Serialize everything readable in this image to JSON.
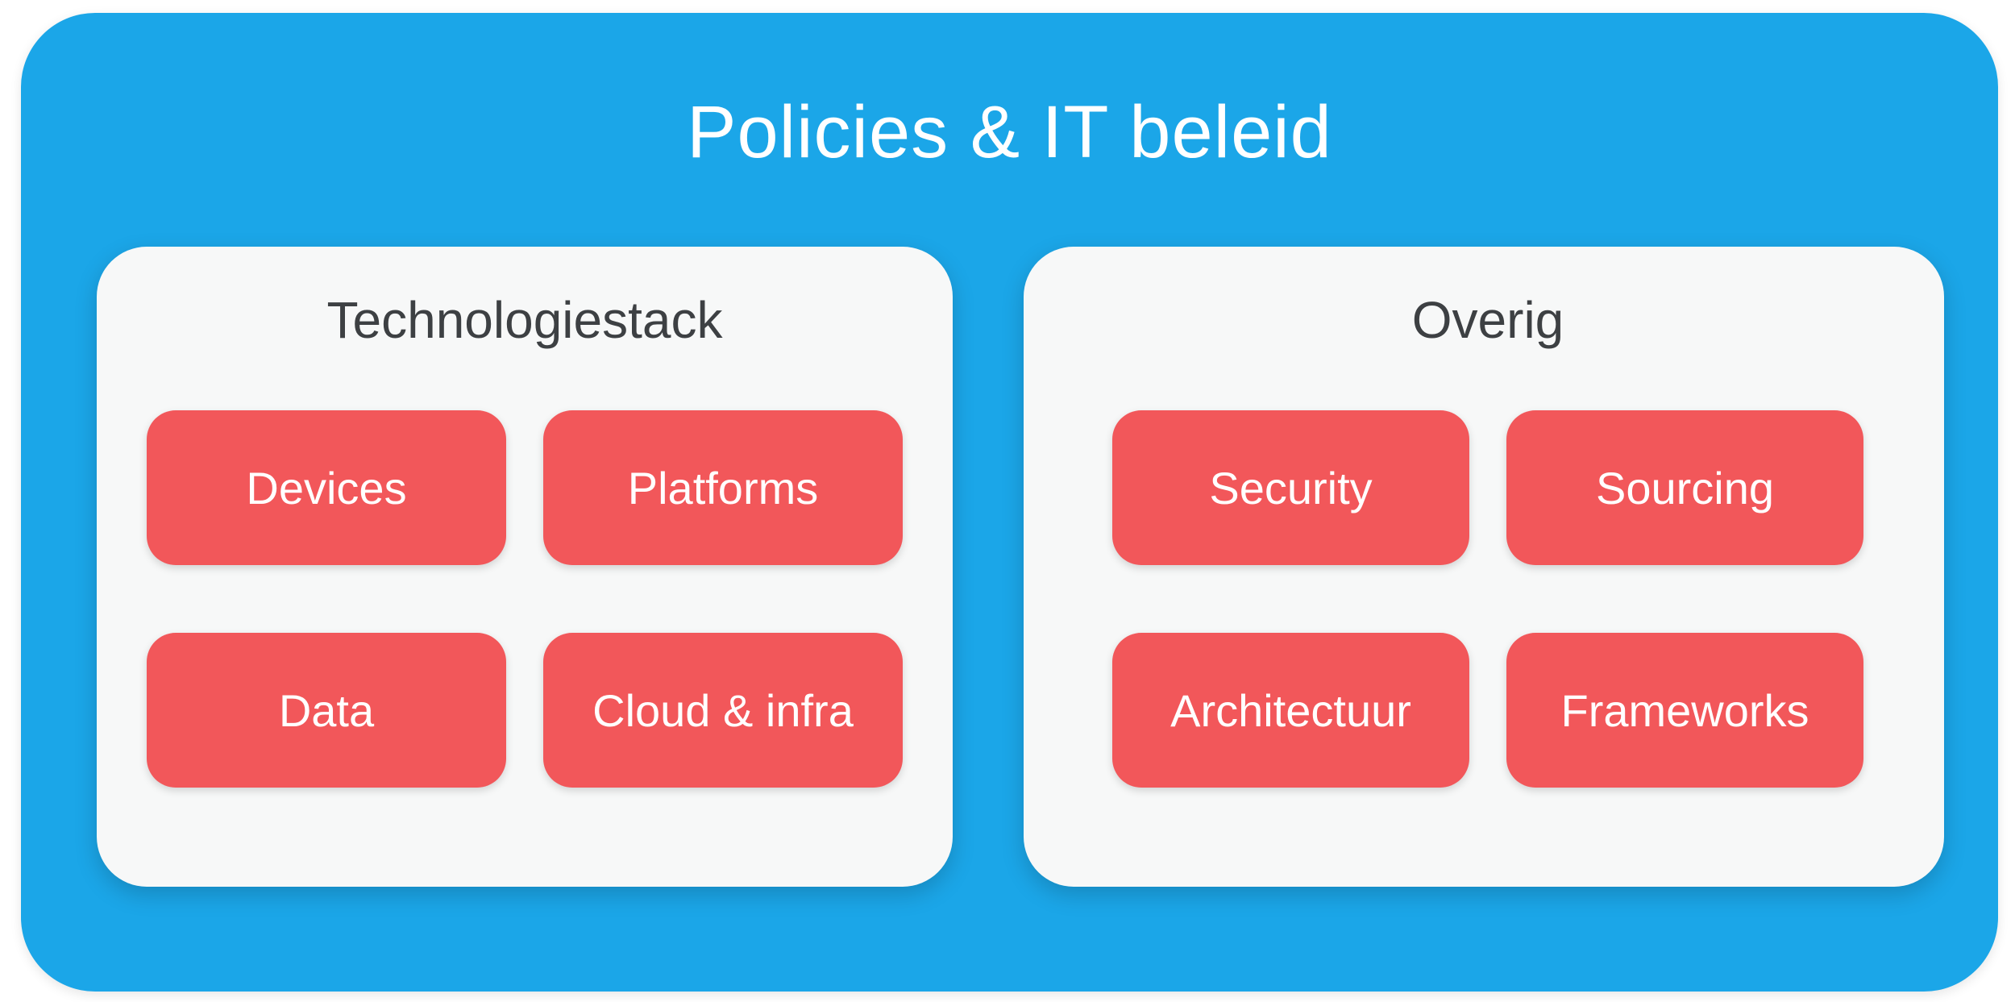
{
  "diagram": {
    "title": "Policies & IT beleid",
    "groups": [
      {
        "title": "Technologiestack",
        "items": [
          "Devices",
          "Platforms",
          "Data",
          "Cloud & infra"
        ]
      },
      {
        "title": "Overig",
        "items": [
          "Security",
          "Sourcing",
          "Architectuur",
          "Frameworks"
        ]
      }
    ],
    "colors": {
      "container_background": "#1ba6e8",
      "panel_background": "#f7f8f8",
      "node_background": "#f2575a",
      "node_text": "#ffffff",
      "container_title_text": "#ffffff",
      "panel_title_text": "#3d4043",
      "page_background": "#ffffff"
    }
  }
}
